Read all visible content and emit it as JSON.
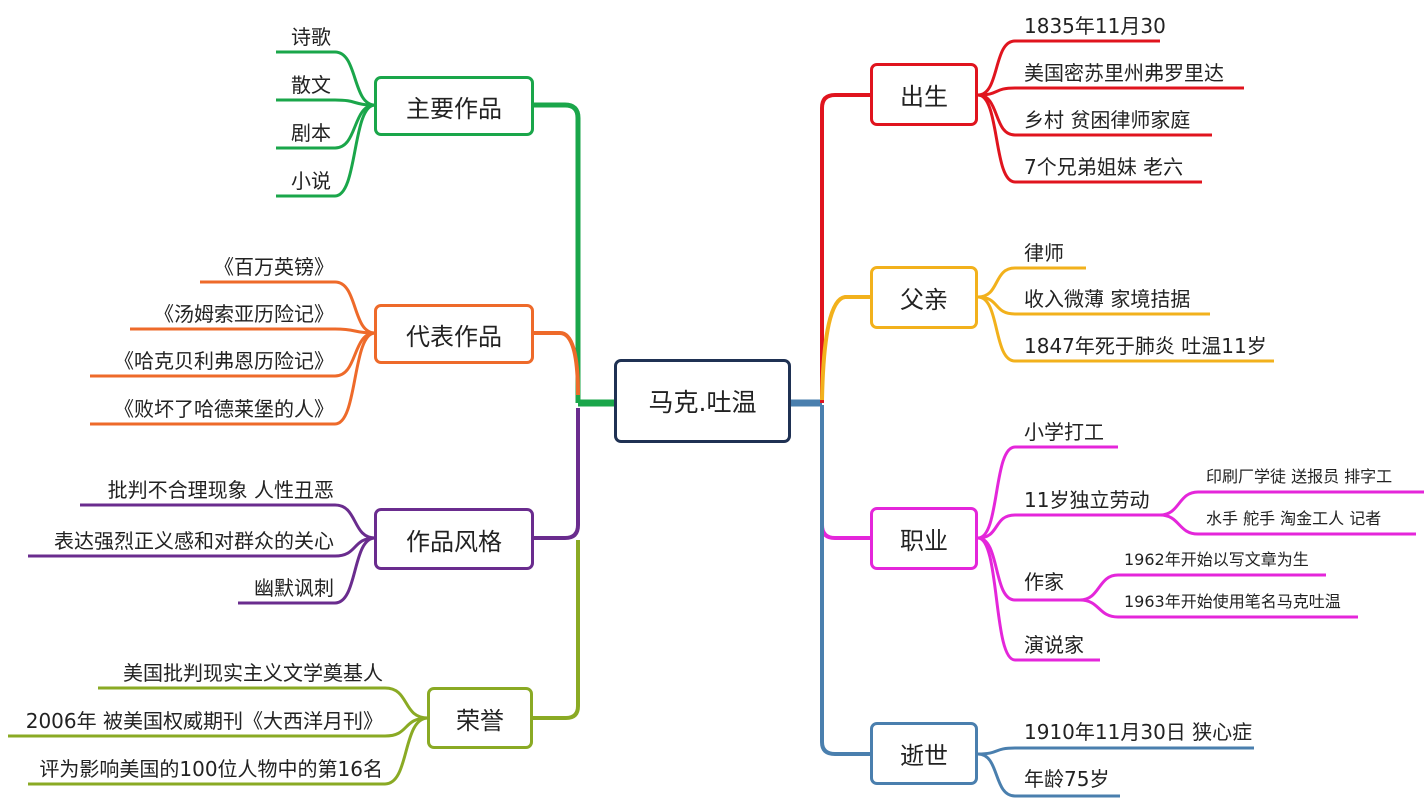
{
  "center": "马克.吐温",
  "colors": {
    "center": "#1f3153",
    "green": "#1aa64a",
    "orange": "#ee6a2a",
    "purple": "#6a2c8e",
    "olive": "#8aaa24",
    "red": "#e0141e",
    "gold": "#f2b11c",
    "magenta": "#e426da",
    "blue": "#4a7fae"
  },
  "branches": {
    "main_works": {
      "label": "主要作品",
      "items": [
        "诗歌",
        "散文",
        "剧本",
        "小说"
      ]
    },
    "representative": {
      "label": "代表作品",
      "items": [
        "《百万英镑》",
        "《汤姆索亚历险记》",
        "《哈克贝利弗恩历险记》",
        "《败坏了哈德莱堡的人》"
      ]
    },
    "style": {
      "label": "作品风格",
      "items": [
        "批判不合理现象  人性丑恶",
        "表达强烈正义感和对群众的关心",
        "幽默讽刺"
      ]
    },
    "honor": {
      "label": "荣誉",
      "items": [
        "美国批判现实主义文学奠基人",
        "2006年  被美国权威期刊《大西洋月刊》",
        "评为影响美国的100位人物中的第16名"
      ]
    },
    "birth": {
      "label": "出生",
      "items": [
        "1835年11月30",
        "美国密苏里州弗罗里达",
        "乡村  贫困律师家庭",
        "7个兄弟姐妹  老六"
      ]
    },
    "father": {
      "label": "父亲",
      "items": [
        "律师",
        "收入微薄  家境拮据",
        "1847年死于肺炎  吐温11岁"
      ]
    },
    "career": {
      "label": "职业",
      "items": [
        "小学打工",
        "11岁独立劳动",
        "作家",
        "演说家"
      ],
      "labor": [
        "印刷厂学徒  送报员  排字工",
        "水手  舵手  淘金工人  记者"
      ],
      "writer": [
        "1962年开始以写文章为生",
        "1963年开始使用笔名马克吐温"
      ]
    },
    "death": {
      "label": "逝世",
      "items": [
        "1910年11月30日  狭心症",
        "年龄75岁"
      ]
    }
  }
}
